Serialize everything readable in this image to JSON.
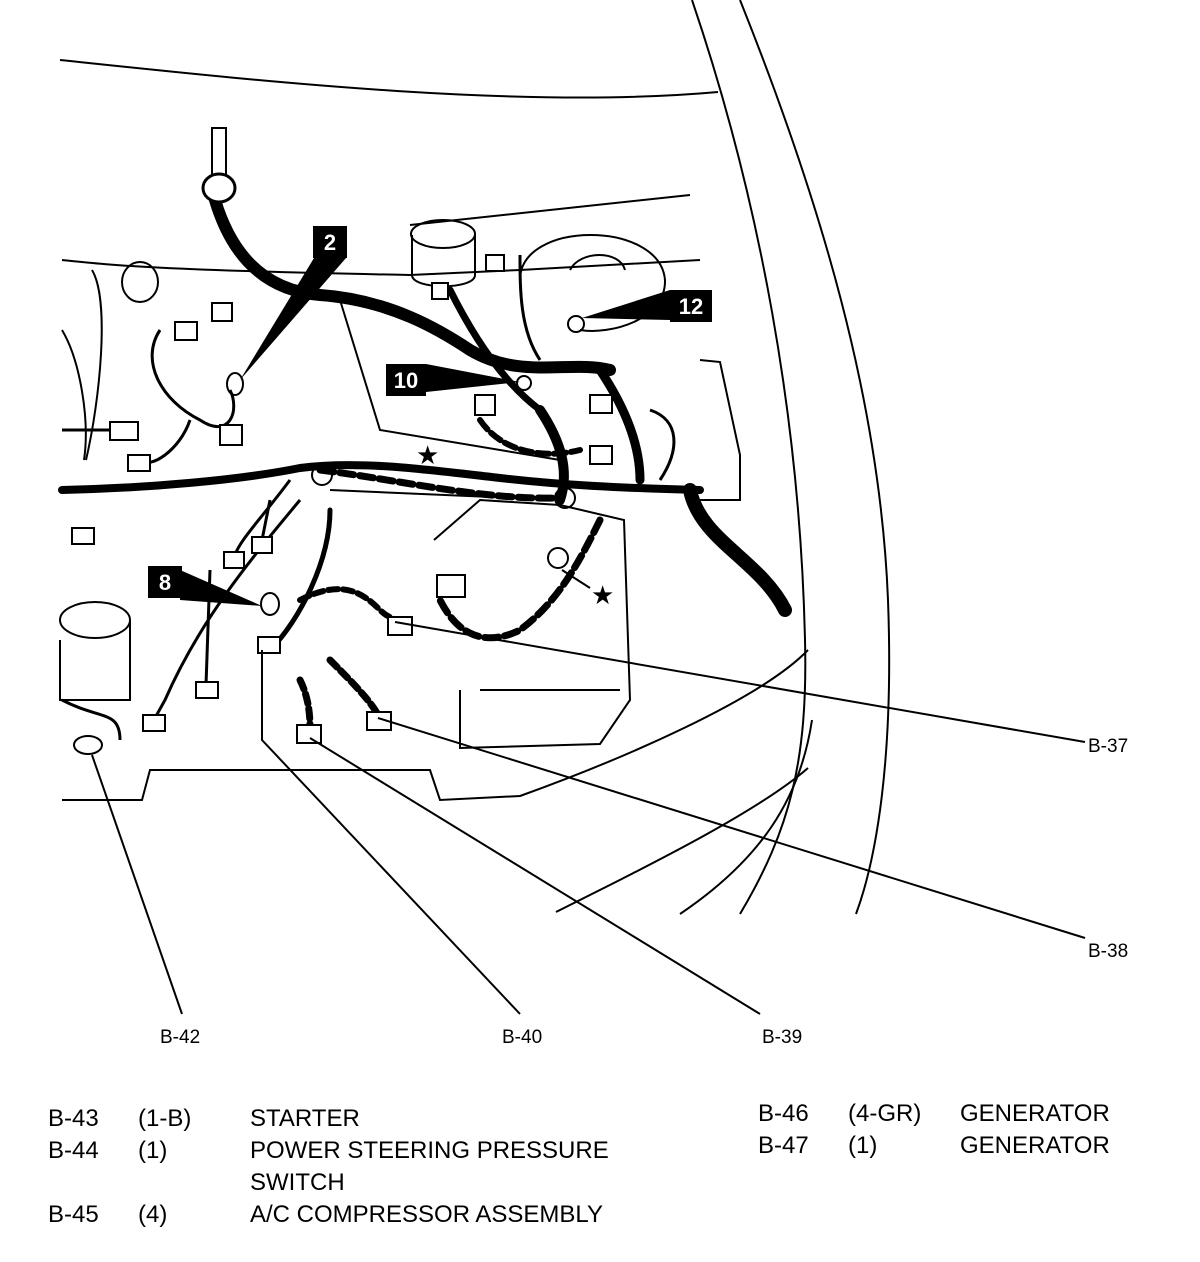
{
  "callouts": {
    "b37": "B-37",
    "b38": "B-38",
    "b39": "B-39",
    "b40": "B-40",
    "b42": "B-42"
  },
  "badges": {
    "b2": "2",
    "b8": "8",
    "b10": "10",
    "b12": "12"
  },
  "stars": {
    "symbol": "★"
  },
  "legend_left": [
    {
      "code": "B-43",
      "pins": "(1-B)",
      "desc": "STARTER",
      "desc2": ""
    },
    {
      "code": "B-44",
      "pins": "(1)",
      "desc": "POWER STEERING PRESSURE",
      "desc2": "SWITCH"
    },
    {
      "code": "B-45",
      "pins": "(4)",
      "desc": "A/C COMPRESSOR ASSEMBLY",
      "desc2": ""
    }
  ],
  "legend_right": [
    {
      "code": "B-46",
      "pins": "(4-GR)",
      "desc": "GENERATOR"
    },
    {
      "code": "B-47",
      "pins": "(1)",
      "desc": "GENERATOR"
    }
  ]
}
